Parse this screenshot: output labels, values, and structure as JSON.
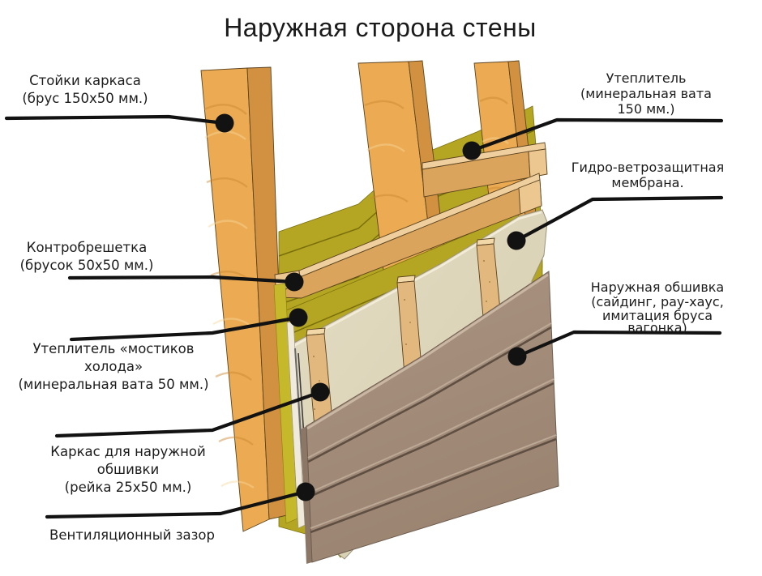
{
  "title": "Наружная сторона стены",
  "labels": {
    "left": [
      {
        "id": "studs",
        "lines": [
          "Стойки каркаса",
          "(брус 150х50 мм.)"
        ]
      },
      {
        "id": "counter_lathing",
        "lines": [
          "Контробрешетка",
          "(брусок 50х50 мм.)"
        ]
      },
      {
        "id": "cold_bridge_insulation",
        "lines": [
          "Утеплитель «мостиков",
          "холода»",
          "(минеральная вата 50 мм.)"
        ]
      },
      {
        "id": "cladding_frame",
        "lines": [
          "Каркас для наружной",
          "обшивки",
          "(рейка 25х50 мм.)"
        ]
      },
      {
        "id": "ventilation_gap",
        "lines": [
          "Вентиляционный зазор"
        ]
      }
    ],
    "right": [
      {
        "id": "insulation_150",
        "lines": [
          "Утеплитель",
          "(минеральная вата",
          "150 мм.)"
        ]
      },
      {
        "id": "membrane",
        "lines": [
          "Гидро-ветрозащитная",
          "мембрана."
        ]
      },
      {
        "id": "outer_cladding",
        "lines": [
          "Наружная обшивка",
          "(сайдинг, рау-хаус,",
          "имитация бруса",
          "вагонка)"
        ]
      }
    ]
  },
  "layers": [
    "Стойки каркаса (брус 150х50 мм.)",
    "Утеплитель (минеральная вата 150 мм.)",
    "Контробрешетка (брусок 50х50 мм.)",
    "Утеплитель «мостиков холода» (минеральная вата 50 мм.)",
    "Гидро-ветрозащитная мембрана",
    "Каркас для наружной обшивки (рейка 25х50 мм.)",
    "Вентиляционный зазор",
    "Наружная обшивка (сайдинг, рау-хаус, имитация бруса вагонка)"
  ],
  "colors": {
    "background": "#ffffff",
    "stud_front": "#ecab53",
    "stud_side": "#d29140",
    "insulation": "#b4a622",
    "insulation_edge": "#c6b82b",
    "insulation_seam": "#6e6408",
    "batten_front": "#dba45c",
    "batten_top": "#f0cf9e",
    "batten_end": "#ecc78f",
    "membrane": "#dcd4b8",
    "membrane_edge": "#efeadb",
    "lath": "#e2b87e",
    "lath_cap": "#f2d7a8",
    "siding": "#a28b78",
    "siding_seam": "#5f4f42",
    "siding_edge": "#8c7766",
    "callout": "#121212",
    "text": "#1c1c1c"
  }
}
